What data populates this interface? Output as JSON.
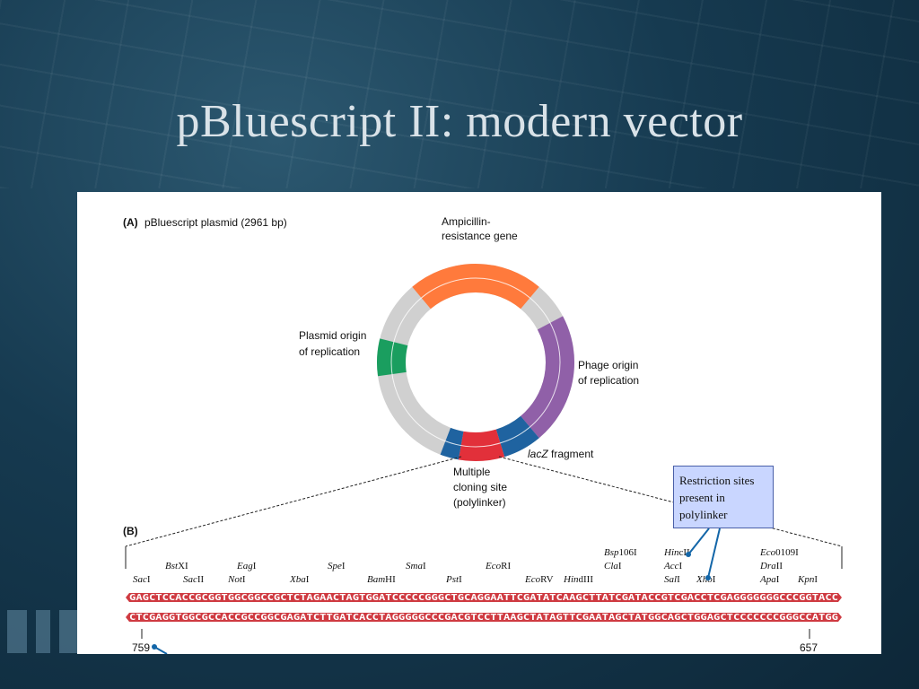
{
  "slide": {
    "title": "pBluescript II: modern vector"
  },
  "panel_a": {
    "label": "(A)",
    "caption": "pBluescript plasmid (2961 bp)",
    "features": {
      "amp": [
        "Ampicillin-",
        "resistance gene"
      ],
      "ori": [
        "Plasmid origin",
        "of replication"
      ],
      "phage": [
        "Phage origin",
        "of replication"
      ],
      "lacz_italic": "lacZ",
      "lacz_rest": " fragment",
      "mcs": [
        "Multiple",
        "cloning site",
        "(polylinker)"
      ]
    }
  },
  "panel_b": {
    "label": "(B)",
    "sites": [
      {
        "pre": "Sac",
        "suf": "I"
      },
      {
        "pre": "Bst",
        "suf": "XI"
      },
      {
        "pre": "Sac",
        "suf": "II"
      },
      {
        "pre": "Eag",
        "suf": "I"
      },
      {
        "pre": "Not",
        "suf": "I"
      },
      {
        "pre": "Xba",
        "suf": "I"
      },
      {
        "pre": "Spe",
        "suf": "I"
      },
      {
        "pre": "Bam",
        "suf": "HI"
      },
      {
        "pre": "Sma",
        "suf": "I"
      },
      {
        "pre": "Pst",
        "suf": "I"
      },
      {
        "pre": "Eco",
        "suf": "RI"
      },
      {
        "pre": "Eco",
        "suf": "RV"
      },
      {
        "pre": "Hin",
        "suf": "dIII"
      },
      {
        "pre": "Bsp",
        "suf": "106I"
      },
      {
        "pre": "Cla",
        "suf": "I"
      },
      {
        "pre": "Hin",
        "suf": "cII"
      },
      {
        "pre": "Acc",
        "suf": "I"
      },
      {
        "pre": "Sal",
        "suf": "I"
      },
      {
        "pre": "Xho",
        "suf": "I"
      },
      {
        "pre": "Eco",
        "suf": "0109I"
      },
      {
        "pre": "Dra",
        "suf": "II"
      },
      {
        "pre": "Apa",
        "suf": "I"
      },
      {
        "pre": "Kpn",
        "suf": "I"
      }
    ],
    "top_strand": "GAGCTCCACCGCGGTGGCGGCCGCTCTAGAACTAGTGGATCCCCCGGGCTGCAGGAATTCGATATCAAGCTTATCGATACCGTCGACCTCGAGGGGGGGCCCGGTACC",
    "bottom_strand": "CTCGAGGTGGCGCCACCGCCGGCGAGATCTTGATCACCTAGGGGGCCCGACGTCCTTAAGCTATAGTTCGAATAGCTATGGCAGCTGGAGCTCCCCCCCGGGCCATGG",
    "left_position": "759",
    "right_position": "657"
  },
  "callout": {
    "lines": [
      "Restriction sites",
      "present in",
      "polylinker"
    ]
  },
  "colors": {
    "amp": "#ff7a3c",
    "ori": "#1a9e5f",
    "phage": "#9060a8",
    "lacz": "#1f63a0",
    "mcs": "#e2303a",
    "backbone": "#d0d0d0",
    "strand": "#cf3a41",
    "callout_bg": "#c9d6ff"
  }
}
